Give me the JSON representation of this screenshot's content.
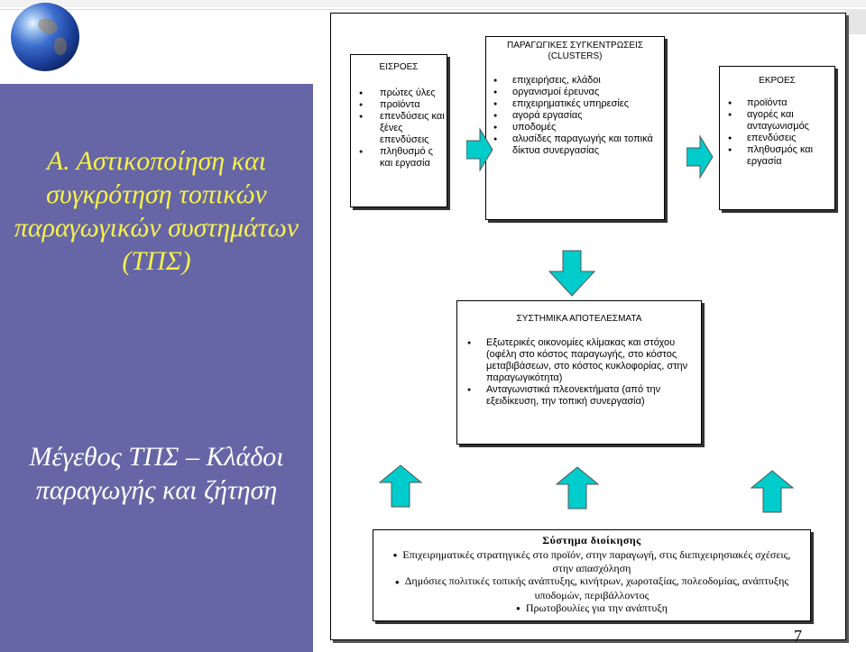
{
  "slide": {
    "title": "Α. Αστικοποίηση και συγκρότηση τοπικών παραγωγικών συστημάτων (ΤΠΣ)",
    "subtitle": "Μέγεθος ΤΠΣ – Κλάδοι παραγωγής και ζήτηση",
    "page_number": "7",
    "colors": {
      "panel": "#6666a6",
      "title": "#f7f14a",
      "subtitle": "#ffffff",
      "arrow": "#00cccc"
    }
  },
  "diagram": {
    "inputs": {
      "title": "ΕΙΣΡΟΕΣ",
      "items": [
        "πρώτες ύλες",
        "προϊόντα",
        "επενδύσεις και ξένες επενδύσεις",
        "πληθυσμό ς και εργασία"
      ]
    },
    "clusters": {
      "title": "ΠΑΡΑΓΩΓΙΚΕΣ ΣΥΓΚΕΝΤΡΩΣΕΙΣ (CLUSTERS)",
      "items": [
        "επιχειρήσεις, κλάδοι",
        "οργανισμοί έρευνας",
        "επιχειρηματικές υπηρεσίες",
        "αγορά εργασίας",
        "υποδομές",
        "αλυσίδες παραγωγής και τοπικά δίκτυα συνεργασίας"
      ]
    },
    "outputs": {
      "title": "ΕΚΡΟΕΣ",
      "items": [
        "προϊόντα",
        "αγορές και ανταγωνισμός",
        "επενδύσεις",
        "πληθυσμός και εργασία"
      ]
    },
    "results": {
      "title": "ΣΥΣΤΗΜΙΚΑ ΑΠΟΤΕΛΕΣΜΑΤΑ",
      "items": [
        "Εξωτερικές οικονομίες κλίμακας και στόχου (οφέλη στο κόστος παραγωγής, στο κόστος μεταβιβάσεων, στο κόστος κυκλοφορίας, στην παραγωγικότητα)",
        "Ανταγωνιστικά πλεονεκτήματα (από την εξειδίκευση, την τοπική συνεργασία)"
      ]
    },
    "management": {
      "title": "Σύστημα διοίκησης",
      "items": [
        "Επιχειρηματικές στρατηγικές στο προϊόν, στην παραγωγή, στις διεπιχειρησιακές σχέσεις, στην απασχόληση",
        "Δημόσιες πολιτικές τοπικής ανάπτυξης, κινήτρων, χωροταξίας, πολεοδομίας, ανάπτυξης υποδομών, περιβάλλοντος",
        "Πρωτοβουλίες για την ανάπτυξη"
      ]
    }
  }
}
